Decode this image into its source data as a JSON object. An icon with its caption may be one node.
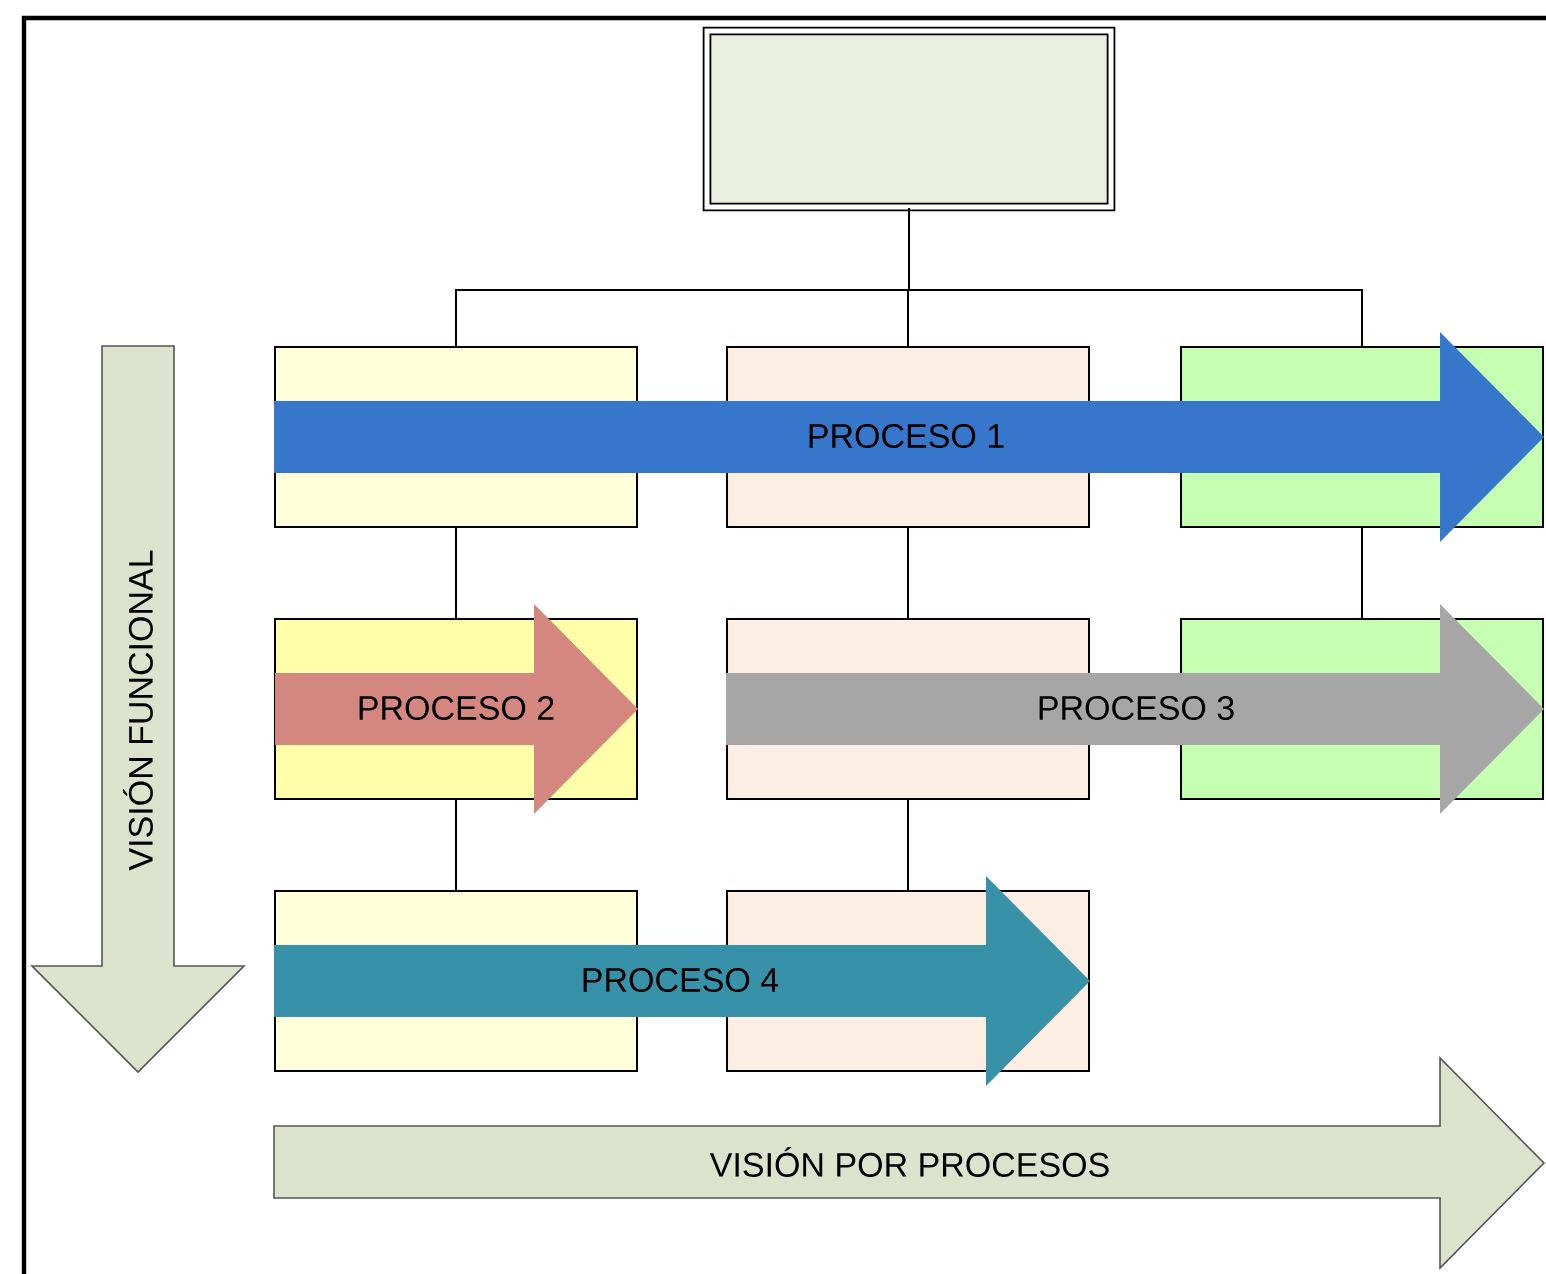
{
  "diagram": {
    "nodes": [
      {
        "text": [],
        "shape": "box"
      },
      {
        "text": [],
        "shape": "box"
      },
      {
        "text": [],
        "shape": "box"
      },
      {
        "text": [],
        "shape": "box"
      },
      {
        "text": [],
        "shape": "box"
      },
      {
        "text": [],
        "shape": "box"
      },
      {
        "text": [],
        "shape": "box"
      },
      {
        "text": [],
        "shape": "box"
      },
      {
        "text": [],
        "shape": "box"
      },
      {
        "text": [
          "VISIÓN FUNCIONAL"
        ]
      },
      {
        "text": [
          "VISIÓN POR PROCESOS"
        ]
      }
    ],
    "edges": [
      {
        "from": 0,
        "to": 1,
        "arrow": "none"
      },
      {
        "from": 0,
        "to": 2,
        "arrow": "none"
      },
      {
        "from": 0,
        "to": 3,
        "arrow": "none"
      },
      {
        "from": 1,
        "to": 4,
        "arrow": "none"
      },
      {
        "from": 2,
        "to": 5,
        "arrow": "none"
      },
      {
        "from": 3,
        "to": 6,
        "arrow": "none"
      },
      {
        "from": 4,
        "to": 7,
        "arrow": "none"
      },
      {
        "from": 5,
        "to": 8,
        "arrow": "none"
      },
      {
        "from": 1,
        "to": 3,
        "arrow": "to",
        "label": "PROCESO 1",
        "style": "thick",
        "color": "#3677cc"
      },
      {
        "from": null,
        "to": 4,
        "arrow": "to",
        "label": "PROCESO 2",
        "style": "thick",
        "color": "#d4877e"
      },
      {
        "from": 5,
        "to": 6,
        "arrow": "to",
        "label": "PROCESO 3",
        "style": "thick",
        "color": "#a6a6a6"
      },
      {
        "from": 7,
        "to": 8,
        "arrow": "to",
        "label": "PROCESO 4",
        "style": "thick",
        "color": "#3791a8"
      }
    ]
  }
}
